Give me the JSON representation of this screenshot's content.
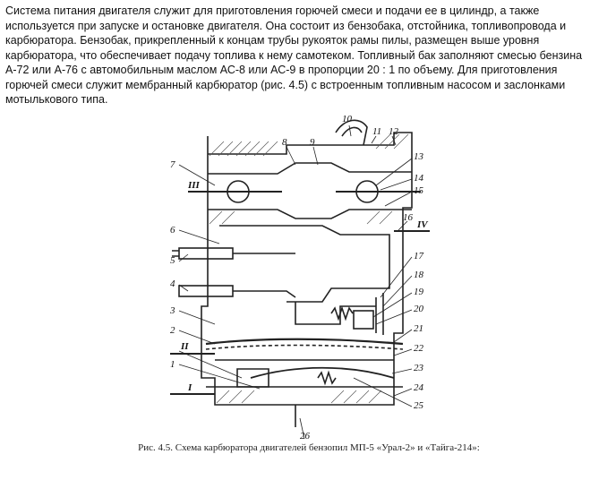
{
  "text": {
    "paragraph": "Система питания двигателя служит для приготовления горючей смеси и подачи ее в цилиндр, а также используется при запуске и остановке двигателя. Она состоит из бензобака, отстойника, топливопровода и карбюратора. Бензобак, прикрепленный к концам трубы рукояток рамы пилы, размещен выше уровня карбюратора, что обеспечивает подачу топлива к нему самотеком. Топливный бак заполняют смесью бензина А-72 или А-76 с автомобильным маслом АС-8 или АС-9 в пропорции 20 : 1 по объему. Для приготовления горючей смеси служит мембранный карбюратор (рис. 4.5) с встроенным топливным насосом и заслонками мотылькового типа."
  },
  "figure": {
    "caption": "Рис. 4.5. Схема карбюратора двигателей бензопил МП-5 «Урал-2» и «Тайга-214»:",
    "part_numbers": [
      "1",
      "2",
      "3",
      "4",
      "5",
      "6",
      "7",
      "8",
      "9",
      "10",
      "11",
      "12",
      "13",
      "14",
      "15",
      "16",
      "17",
      "18",
      "19",
      "20",
      "21",
      "22",
      "23",
      "24",
      "25",
      "26"
    ],
    "section_marks": [
      "I",
      "II",
      "III",
      "IV"
    ]
  }
}
